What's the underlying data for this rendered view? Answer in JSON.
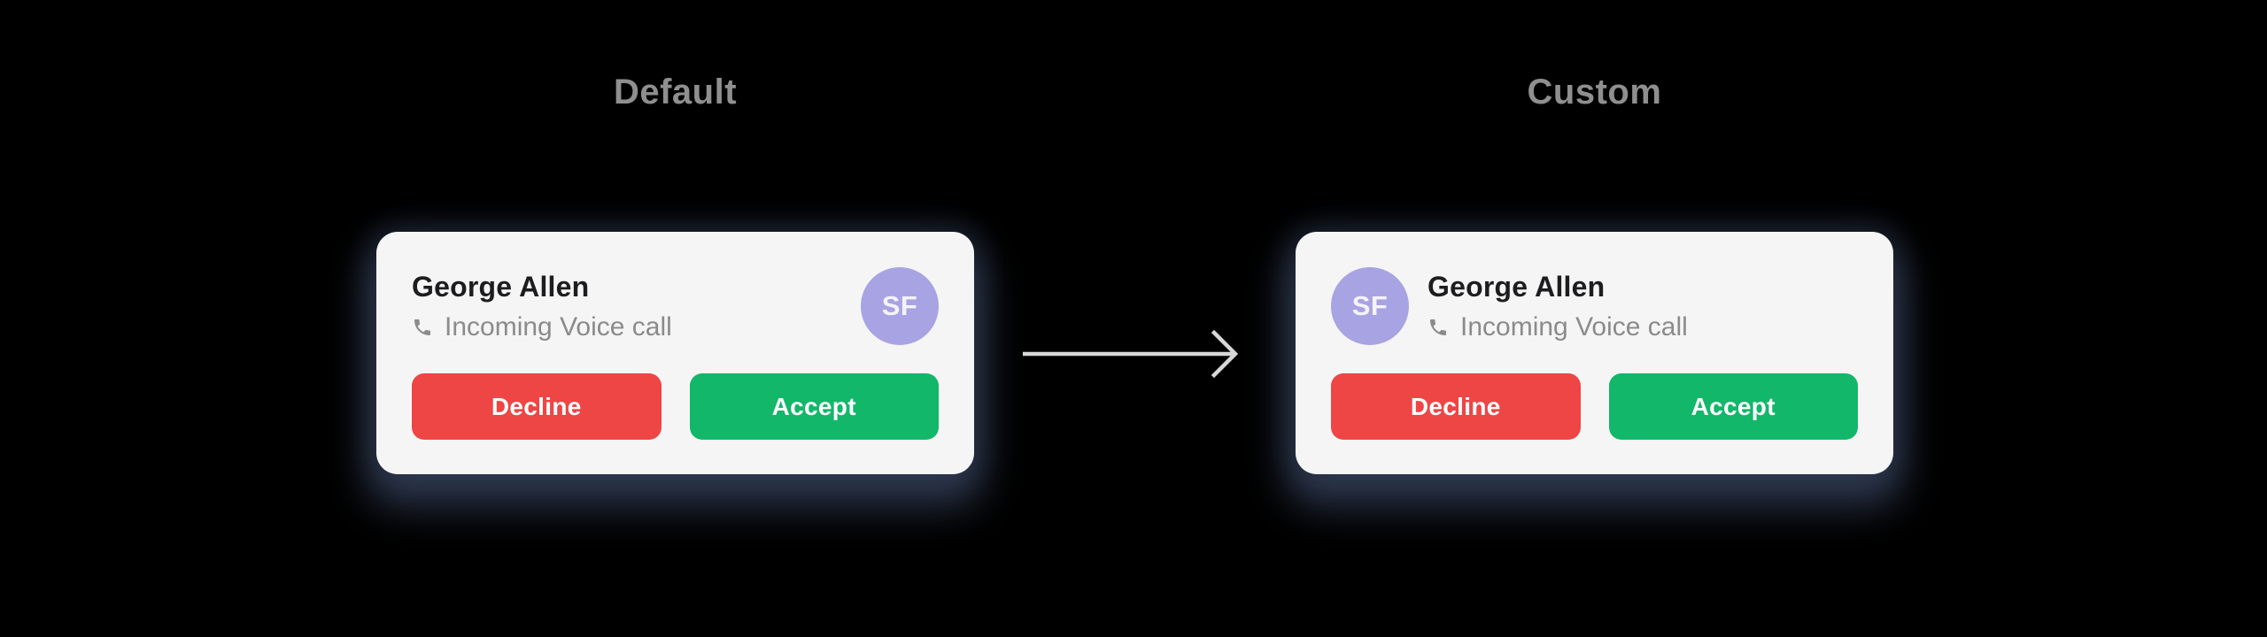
{
  "labels": {
    "default": "Default",
    "custom": "Custom"
  },
  "colors": {
    "background": "#000000",
    "card_bg": "#f5f5f6",
    "title": "#1d1d1f",
    "subtitle": "#8b8b8b",
    "section_label": "#8f8f8f",
    "decline": "#ee4545",
    "accept": "#12b76a",
    "button_text": "#ffffff",
    "avatar_bg": "#a8a3e2",
    "avatar_text": "#f4f3fb",
    "arrow": "#d8d8d8"
  },
  "cards": [
    {
      "variant": "default",
      "name": "George Allen",
      "call_type": "Incoming Voice call",
      "avatar_initials": "SF",
      "actions": {
        "decline": "Decline",
        "accept": "Accept"
      }
    },
    {
      "variant": "custom",
      "name": "George Allen",
      "call_type": "Incoming Voice call",
      "avatar_initials": "SF",
      "actions": {
        "decline": "Decline",
        "accept": "Accept"
      }
    }
  ]
}
